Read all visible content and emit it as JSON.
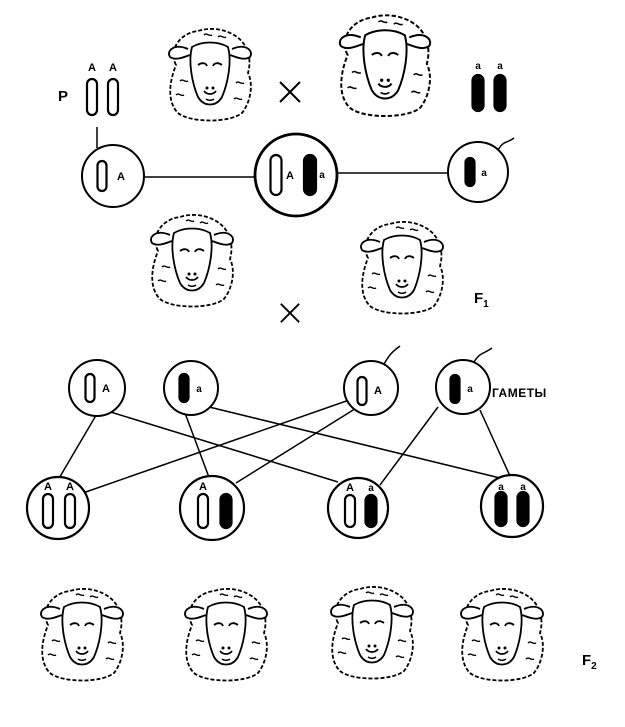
{
  "labels": {
    "p": "P",
    "f1": "F",
    "f1_sub": "1",
    "f2": "F",
    "f2_sub": "2",
    "gametes": "ГАМЕТЫ"
  },
  "alleles": {
    "dominant": "A",
    "recessive": "a"
  },
  "sheep": {
    "parent_left": "sheep-smooth-face",
    "parent_right": "sheep-woolly-face",
    "f1_left": "sheep-intermediate",
    "f1_right": "sheep-intermediate",
    "f2": [
      "sheep-smooth-face",
      "sheep-intermediate",
      "sheep-intermediate",
      "sheep-woolly-face"
    ]
  },
  "symbols": {
    "cross": "cross-icon"
  }
}
